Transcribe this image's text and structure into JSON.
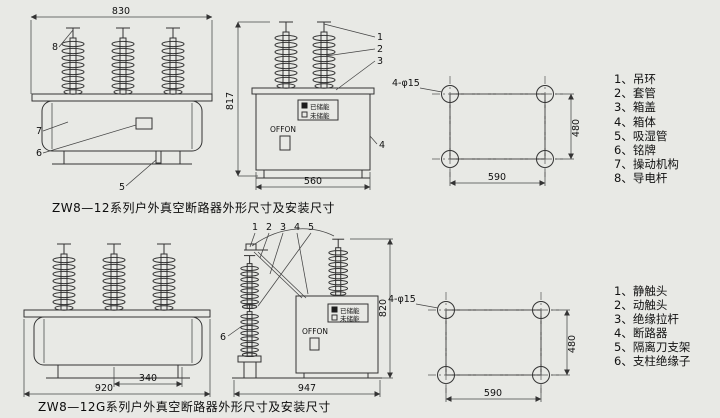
{
  "page": {
    "bg_color": "#e8e9e5",
    "line_color": "#333333"
  },
  "top_section": {
    "caption": "ZW8—12系列户外真空断路器外形尺寸及安装尺寸",
    "front_view": {
      "dim_width": "830",
      "labels": [
        "8",
        "7",
        "6",
        "5"
      ]
    },
    "side_view": {
      "dim_height": "817",
      "dim_depth": "560",
      "labels": [
        "1",
        "2",
        "3",
        "4"
      ],
      "panel": {
        "charged": "已储能",
        "uncharged": "未储能",
        "switch_label": "OFFON"
      }
    },
    "mounting": {
      "holes_label": "4-φ15",
      "dim_width": "590",
      "dim_height": "480"
    },
    "parts_list": [
      "1、吊环",
      "2、套管",
      "3、箱盖",
      "4、箱体",
      "5、吸湿管",
      "6、铭牌",
      "7、操动机构",
      "8、导电杆"
    ]
  },
  "bottom_section": {
    "caption": "ZW8—12G系列户外真空断路器外形尺寸及安装尺寸",
    "front_view": {
      "dim_width": "920",
      "dim_inner": "340"
    },
    "side_view": {
      "dim_depth": "947",
      "dim_height": "820",
      "labels": [
        "1",
        "2",
        "3",
        "4",
        "5",
        "6"
      ],
      "panel": {
        "charged": "已储能",
        "uncharged": "未储能",
        "switch_label": "OFFON"
      }
    },
    "mounting": {
      "holes_label": "4-φ15",
      "dim_width": "590",
      "dim_height": "480"
    },
    "parts_list": [
      "1、静触头",
      "2、动触头",
      "3、绝缘拉杆",
      "4、断路器",
      "5、隔离刀支架",
      "6、支柱绝缘子"
    ]
  }
}
